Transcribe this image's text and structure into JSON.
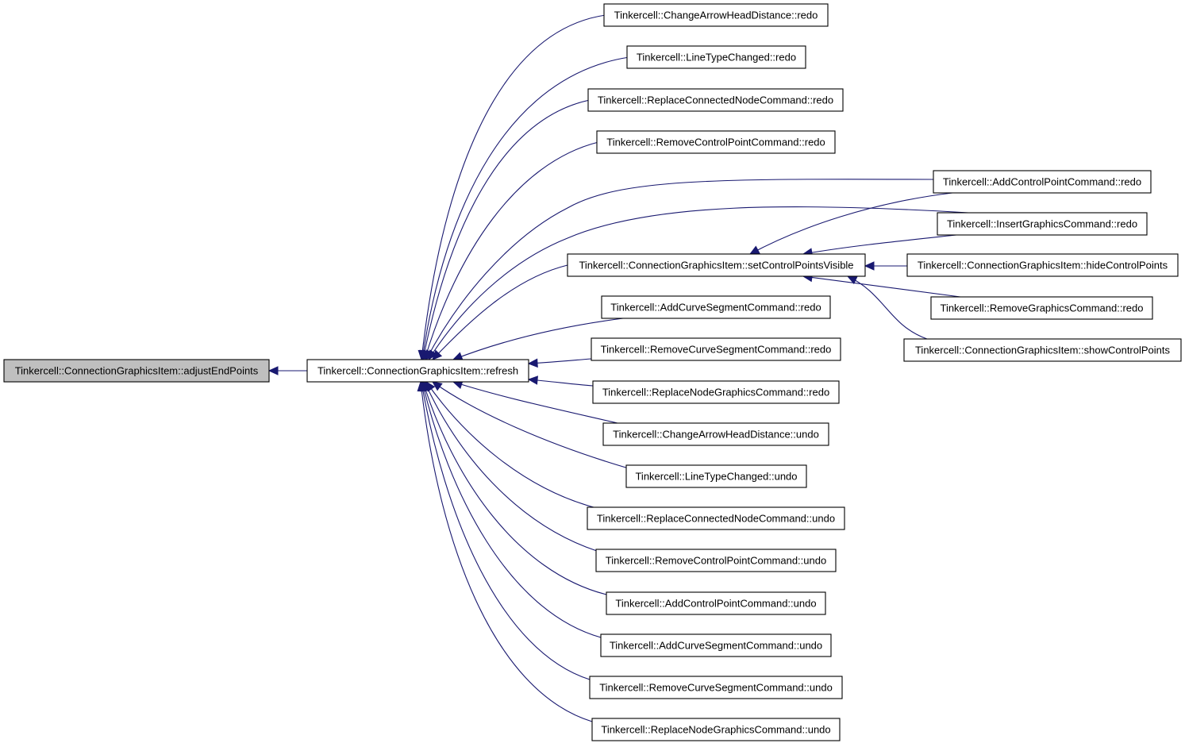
{
  "graph": {
    "colors": {
      "edge": "#191970",
      "root_fill": "#bfbfbf",
      "box_fill": "#ffffff",
      "box_stroke": "#000000"
    },
    "nodes": [
      {
        "id": "adjust",
        "label": "Tinkercell::ConnectionGraphicsItem::adjustEndPoints",
        "root": true
      },
      {
        "id": "refresh",
        "label": "Tinkercell::ConnectionGraphicsItem::refresh"
      },
      {
        "id": "setcpv",
        "label": "Tinkercell::ConnectionGraphicsItem::setControlPointsVisible"
      },
      {
        "id": "cahd_redo",
        "label": "Tinkercell::ChangeArrowHeadDistance::redo"
      },
      {
        "id": "ltc_redo",
        "label": "Tinkercell::LineTypeChanged::redo"
      },
      {
        "id": "rcnc_redo",
        "label": "Tinkercell::ReplaceConnectedNodeCommand::redo"
      },
      {
        "id": "rcpc_redo",
        "label": "Tinkercell::RemoveControlPointCommand::redo"
      },
      {
        "id": "acpc_redo",
        "label": "Tinkercell::AddControlPointCommand::redo"
      },
      {
        "id": "igc_redo",
        "label": "Tinkercell::InsertGraphicsCommand::redo"
      },
      {
        "id": "hidecp",
        "label": "Tinkercell::ConnectionGraphicsItem::hideControlPoints"
      },
      {
        "id": "rgc_redo",
        "label": "Tinkercell::RemoveGraphicsCommand::redo"
      },
      {
        "id": "showcp",
        "label": "Tinkercell::ConnectionGraphicsItem::showControlPoints"
      },
      {
        "id": "acsc_redo",
        "label": "Tinkercell::AddCurveSegmentCommand::redo"
      },
      {
        "id": "rcsc_redo",
        "label": "Tinkercell::RemoveCurveSegmentCommand::redo"
      },
      {
        "id": "rngc_redo",
        "label": "Tinkercell::ReplaceNodeGraphicsCommand::redo"
      },
      {
        "id": "cahd_undo",
        "label": "Tinkercell::ChangeArrowHeadDistance::undo"
      },
      {
        "id": "ltc_undo",
        "label": "Tinkercell::LineTypeChanged::undo"
      },
      {
        "id": "rcnc_undo",
        "label": "Tinkercell::ReplaceConnectedNodeCommand::undo"
      },
      {
        "id": "rcpc_undo",
        "label": "Tinkercell::RemoveControlPointCommand::undo"
      },
      {
        "id": "acpc_undo",
        "label": "Tinkercell::AddControlPointCommand::undo"
      },
      {
        "id": "acsc_undo",
        "label": "Tinkercell::AddCurveSegmentCommand::undo"
      },
      {
        "id": "rcsc_undo",
        "label": "Tinkercell::RemoveCurveSegmentCommand::undo"
      },
      {
        "id": "rngc_undo",
        "label": "Tinkercell::ReplaceNodeGraphicsCommand::undo"
      }
    ],
    "edges": [
      {
        "from": "refresh",
        "to": "adjust"
      },
      {
        "from": "cahd_redo",
        "to": "refresh"
      },
      {
        "from": "ltc_redo",
        "to": "refresh"
      },
      {
        "from": "rcnc_redo",
        "to": "refresh"
      },
      {
        "from": "rcpc_redo",
        "to": "refresh"
      },
      {
        "from": "acpc_redo",
        "to": "refresh"
      },
      {
        "from": "igc_redo",
        "to": "refresh"
      },
      {
        "from": "setcpv",
        "to": "refresh"
      },
      {
        "from": "acsc_redo",
        "to": "refresh"
      },
      {
        "from": "rcsc_redo",
        "to": "refresh"
      },
      {
        "from": "rngc_redo",
        "to": "refresh"
      },
      {
        "from": "cahd_undo",
        "to": "refresh"
      },
      {
        "from": "ltc_undo",
        "to": "refresh"
      },
      {
        "from": "rcnc_undo",
        "to": "refresh"
      },
      {
        "from": "rcpc_undo",
        "to": "refresh"
      },
      {
        "from": "acpc_undo",
        "to": "refresh"
      },
      {
        "from": "acsc_undo",
        "to": "refresh"
      },
      {
        "from": "rcsc_undo",
        "to": "refresh"
      },
      {
        "from": "rngc_undo",
        "to": "refresh"
      },
      {
        "from": "acpc_redo",
        "to": "setcpv"
      },
      {
        "from": "igc_redo",
        "to": "setcpv"
      },
      {
        "from": "hidecp",
        "to": "setcpv"
      },
      {
        "from": "rgc_redo",
        "to": "setcpv"
      },
      {
        "from": "showcp",
        "to": "setcpv"
      }
    ]
  }
}
